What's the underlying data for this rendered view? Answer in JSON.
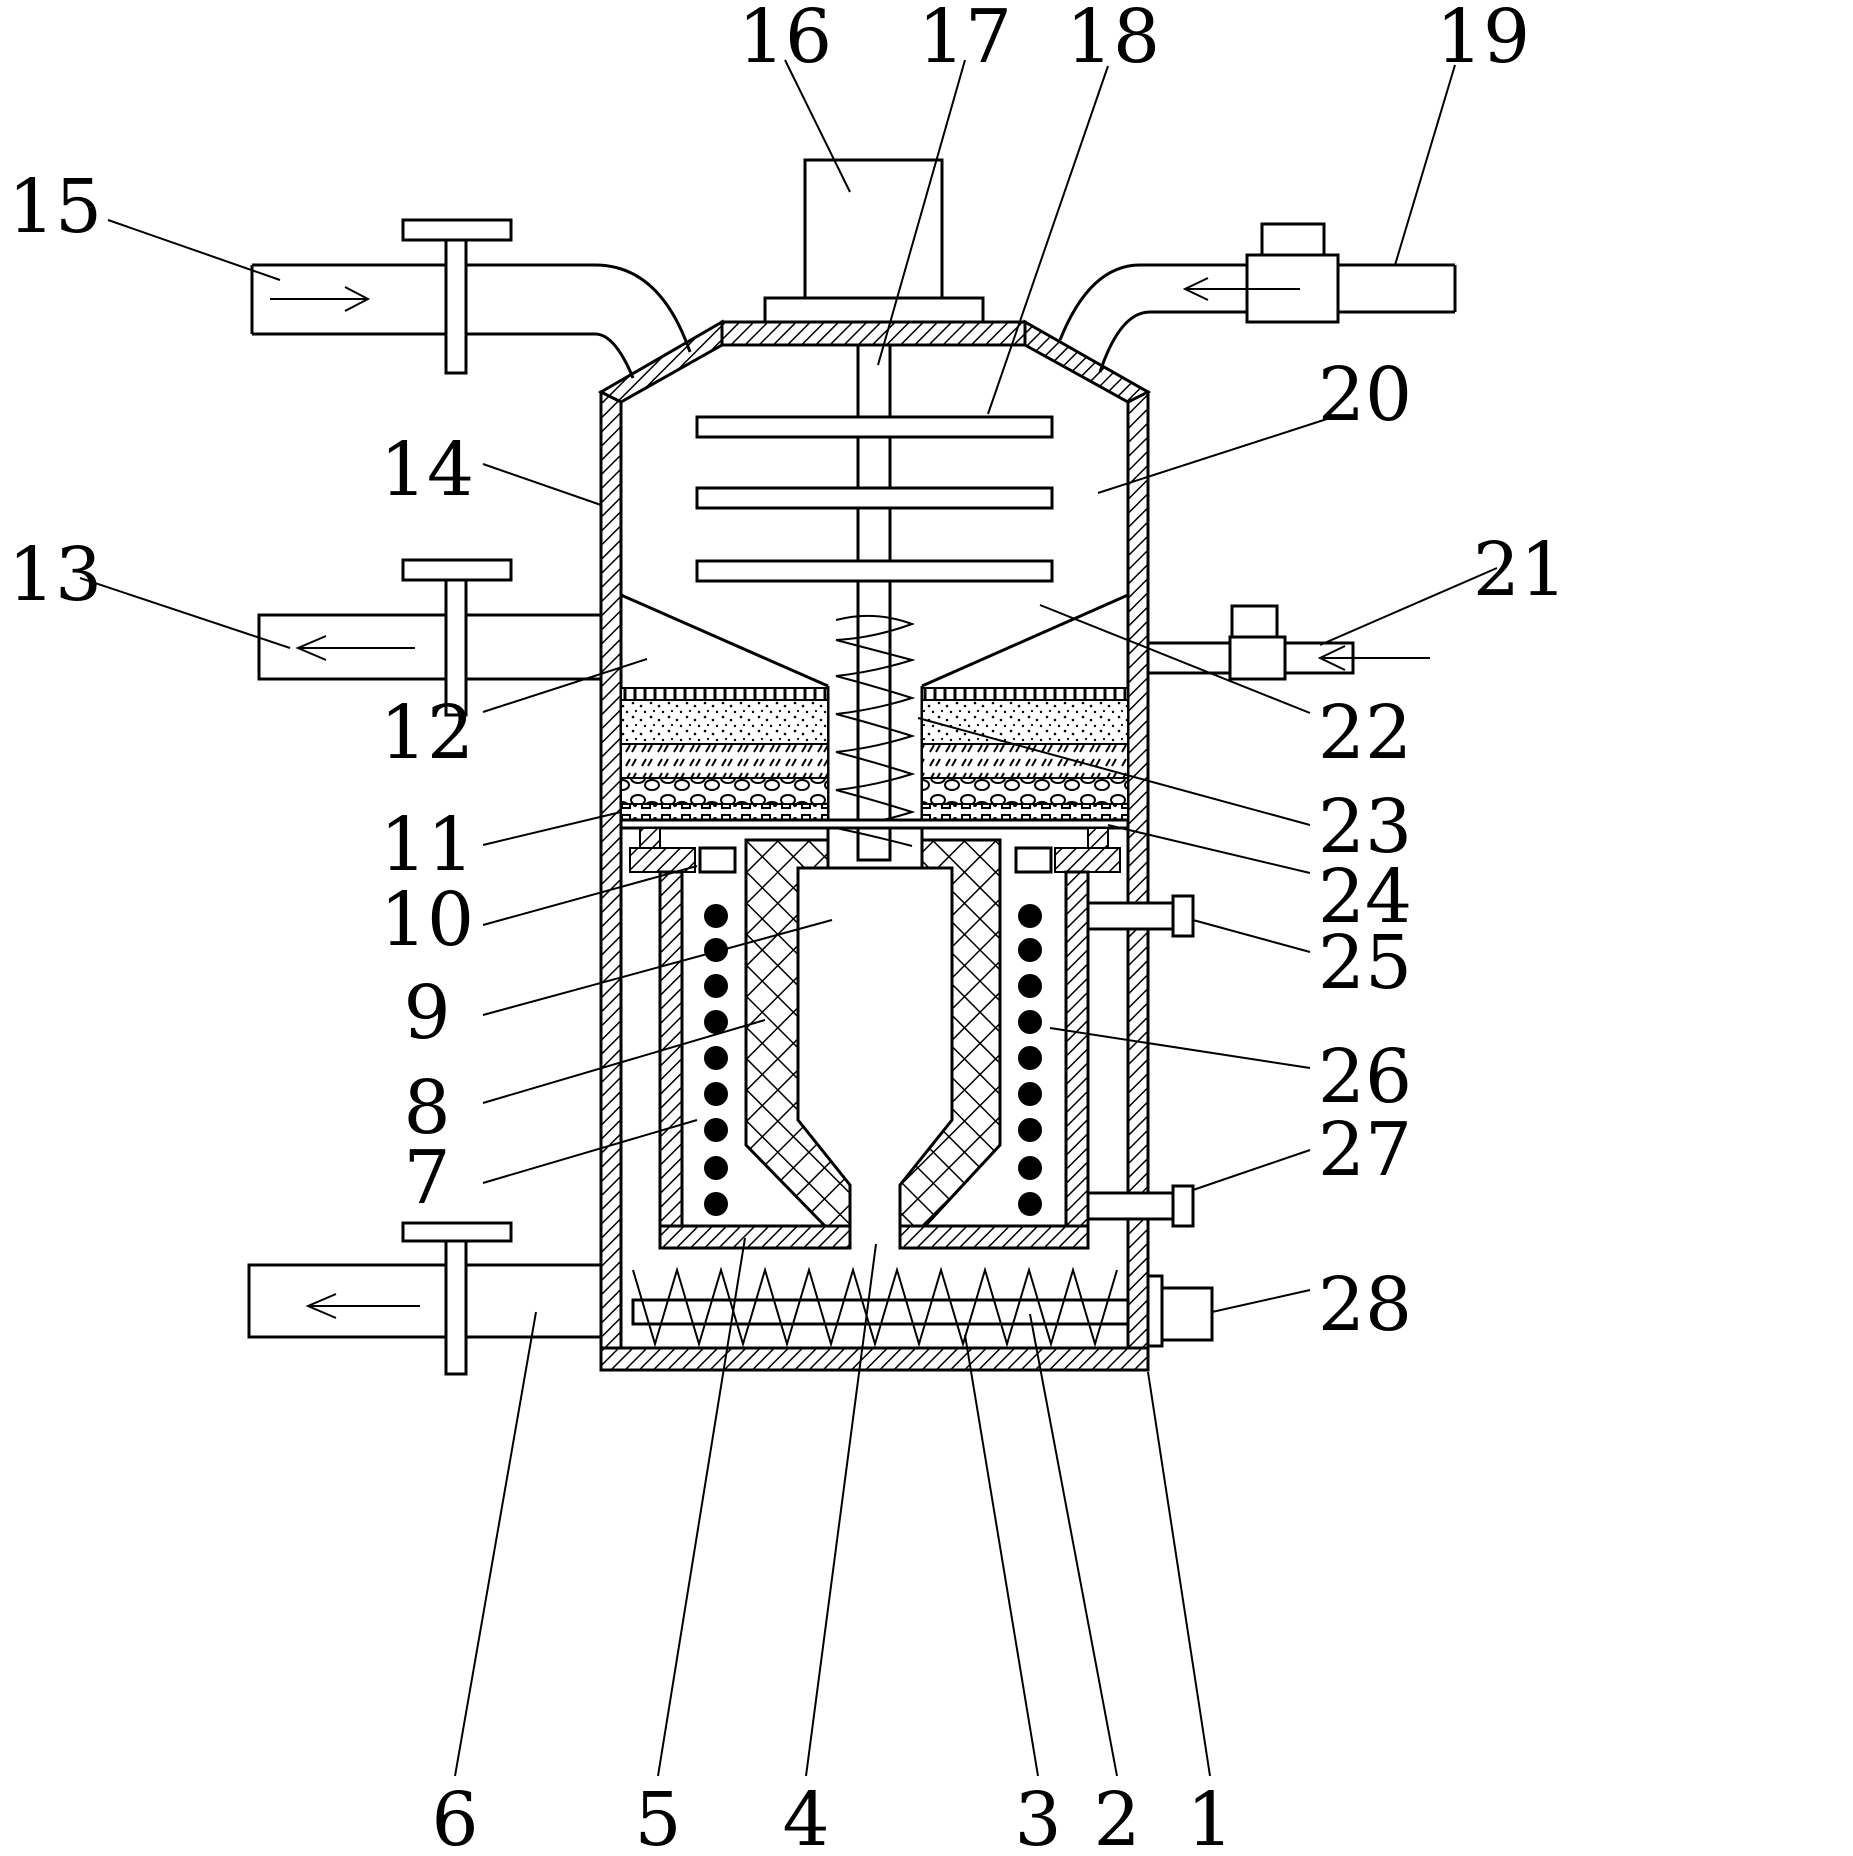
{
  "figure": {
    "labels": [
      {
        "id": "1",
        "text": "1"
      },
      {
        "id": "2",
        "text": "2"
      },
      {
        "id": "3",
        "text": "3"
      },
      {
        "id": "4",
        "text": "4"
      },
      {
        "id": "5",
        "text": "5"
      },
      {
        "id": "6",
        "text": "6"
      },
      {
        "id": "7",
        "text": "7"
      },
      {
        "id": "8",
        "text": "8"
      },
      {
        "id": "9",
        "text": "9"
      },
      {
        "id": "10",
        "text": "10"
      },
      {
        "id": "11",
        "text": "11"
      },
      {
        "id": "12",
        "text": "12"
      },
      {
        "id": "13",
        "text": "13"
      },
      {
        "id": "14",
        "text": "14"
      },
      {
        "id": "15",
        "text": "15"
      },
      {
        "id": "16",
        "text": "16"
      },
      {
        "id": "17",
        "text": "17"
      },
      {
        "id": "18",
        "text": "18"
      },
      {
        "id": "19",
        "text": "19"
      },
      {
        "id": "20",
        "text": "20"
      },
      {
        "id": "21",
        "text": "21"
      },
      {
        "id": "22",
        "text": "22"
      },
      {
        "id": "23",
        "text": "23"
      },
      {
        "id": "24",
        "text": "24"
      },
      {
        "id": "25",
        "text": "25"
      },
      {
        "id": "26",
        "text": "26"
      },
      {
        "id": "27",
        "text": "27"
      },
      {
        "id": "28",
        "text": "28"
      }
    ]
  }
}
